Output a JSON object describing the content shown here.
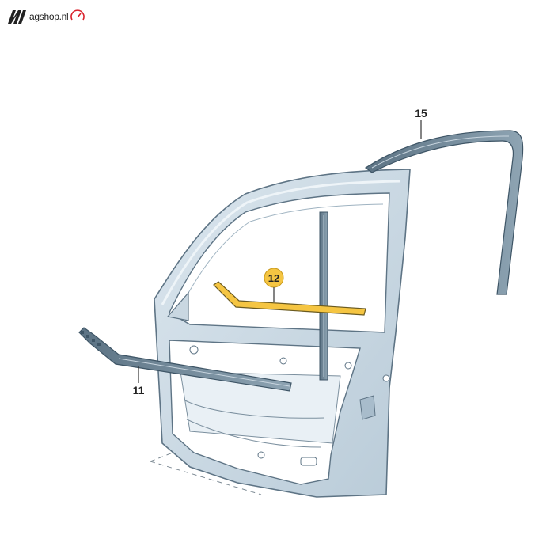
{
  "brand": {
    "logo_text": "agshop.nl",
    "accent_color": "#d9232d"
  },
  "diagram": {
    "highlight_color": "#f5c542",
    "callouts": [
      {
        "id": "15",
        "label": "15"
      },
      {
        "id": "12",
        "label": "12"
      },
      {
        "id": "11",
        "label": "11"
      }
    ]
  }
}
